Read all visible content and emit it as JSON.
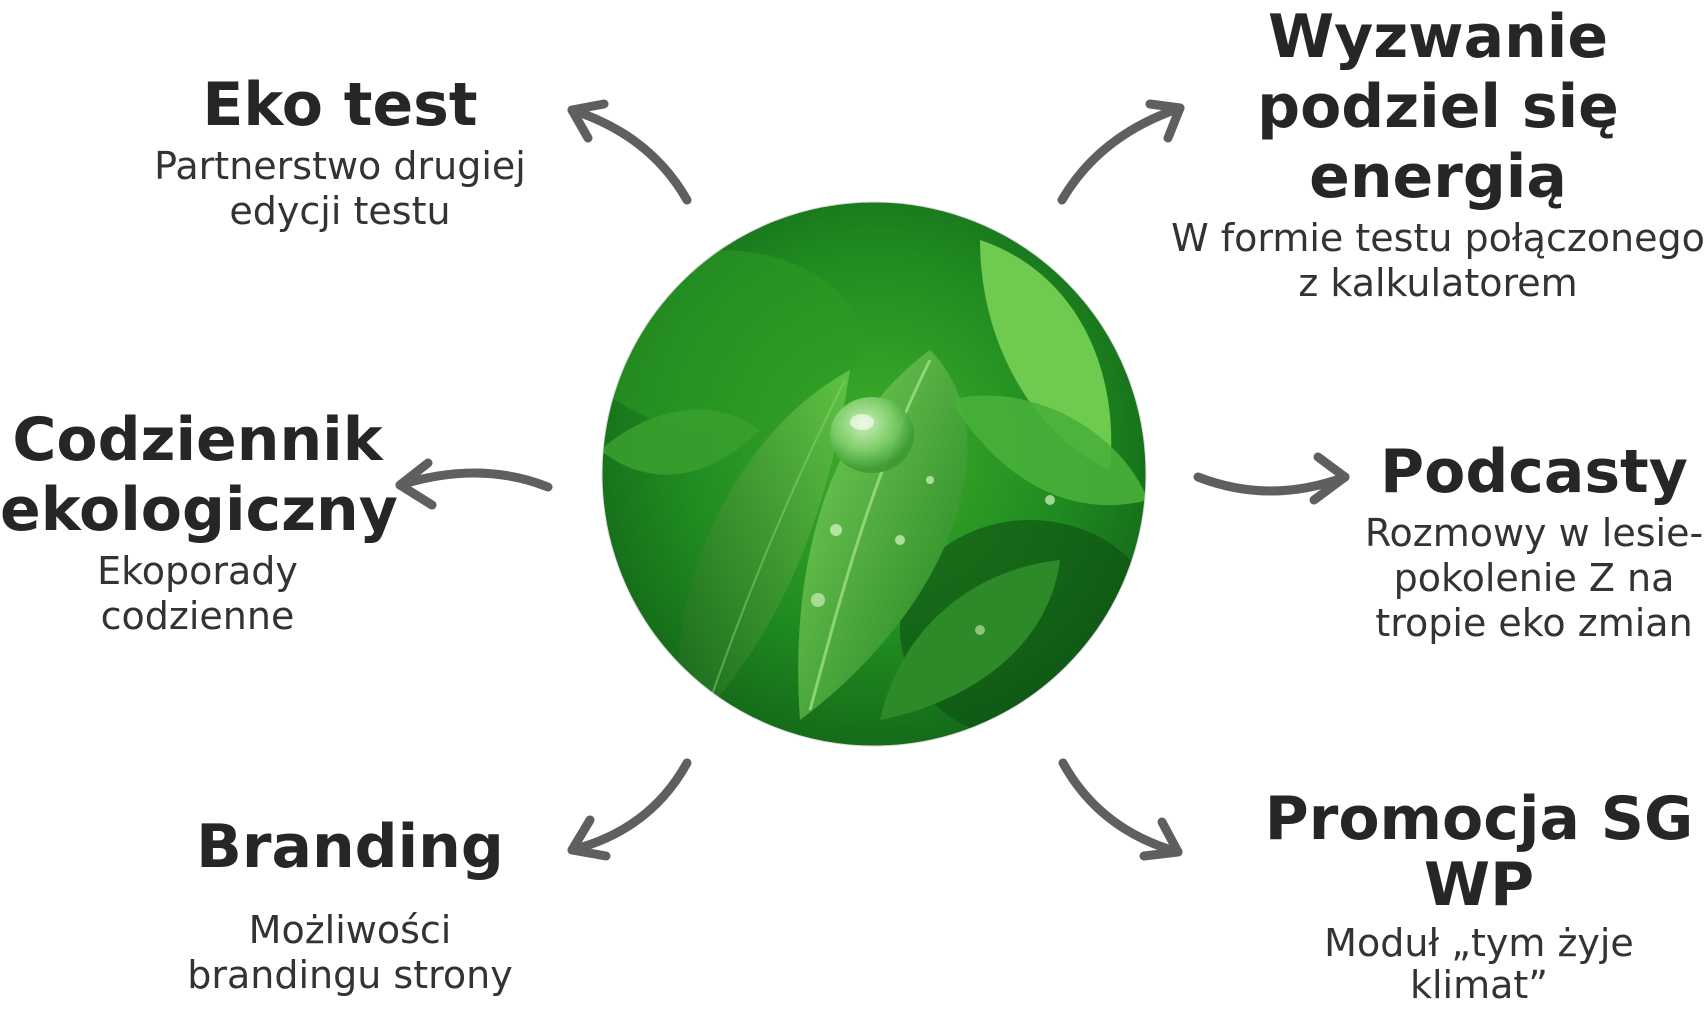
{
  "center": {
    "image": "green-leaves-with-water-droplets"
  },
  "colors": {
    "arrow": "#5f5f5f",
    "title": "#262626",
    "text": "#333333",
    "leaf_light": "#7cd35b",
    "leaf_dark": "#0f5a16"
  },
  "items": [
    {
      "title_lines": [
        "Eko test"
      ],
      "desc_lines": [
        "Partnerstwo drugiej",
        "edycji testu"
      ]
    },
    {
      "title_lines": [
        "Wyzwanie",
        "podziel się",
        "energią"
      ],
      "desc_lines": [
        "W formie testu połączonego",
        "z kalkulatorem"
      ]
    },
    {
      "title_lines": [
        "Codziennik",
        "ekologiczny"
      ],
      "desc_lines": [
        "Ekoporady",
        "codzienne"
      ]
    },
    {
      "title_lines": [
        "Podcasty"
      ],
      "desc_lines": [
        "Rozmowy w lesie-",
        "pokolenie Z na",
        "tropie eko zmian"
      ]
    },
    {
      "title_lines": [
        "Branding"
      ],
      "desc_lines": [
        "Możliwości",
        "brandingu strony"
      ]
    },
    {
      "title_lines": [
        "Promocja SG",
        "WP"
      ],
      "desc_lines": [
        "Moduł „tym żyje",
        "klimat”"
      ]
    }
  ]
}
